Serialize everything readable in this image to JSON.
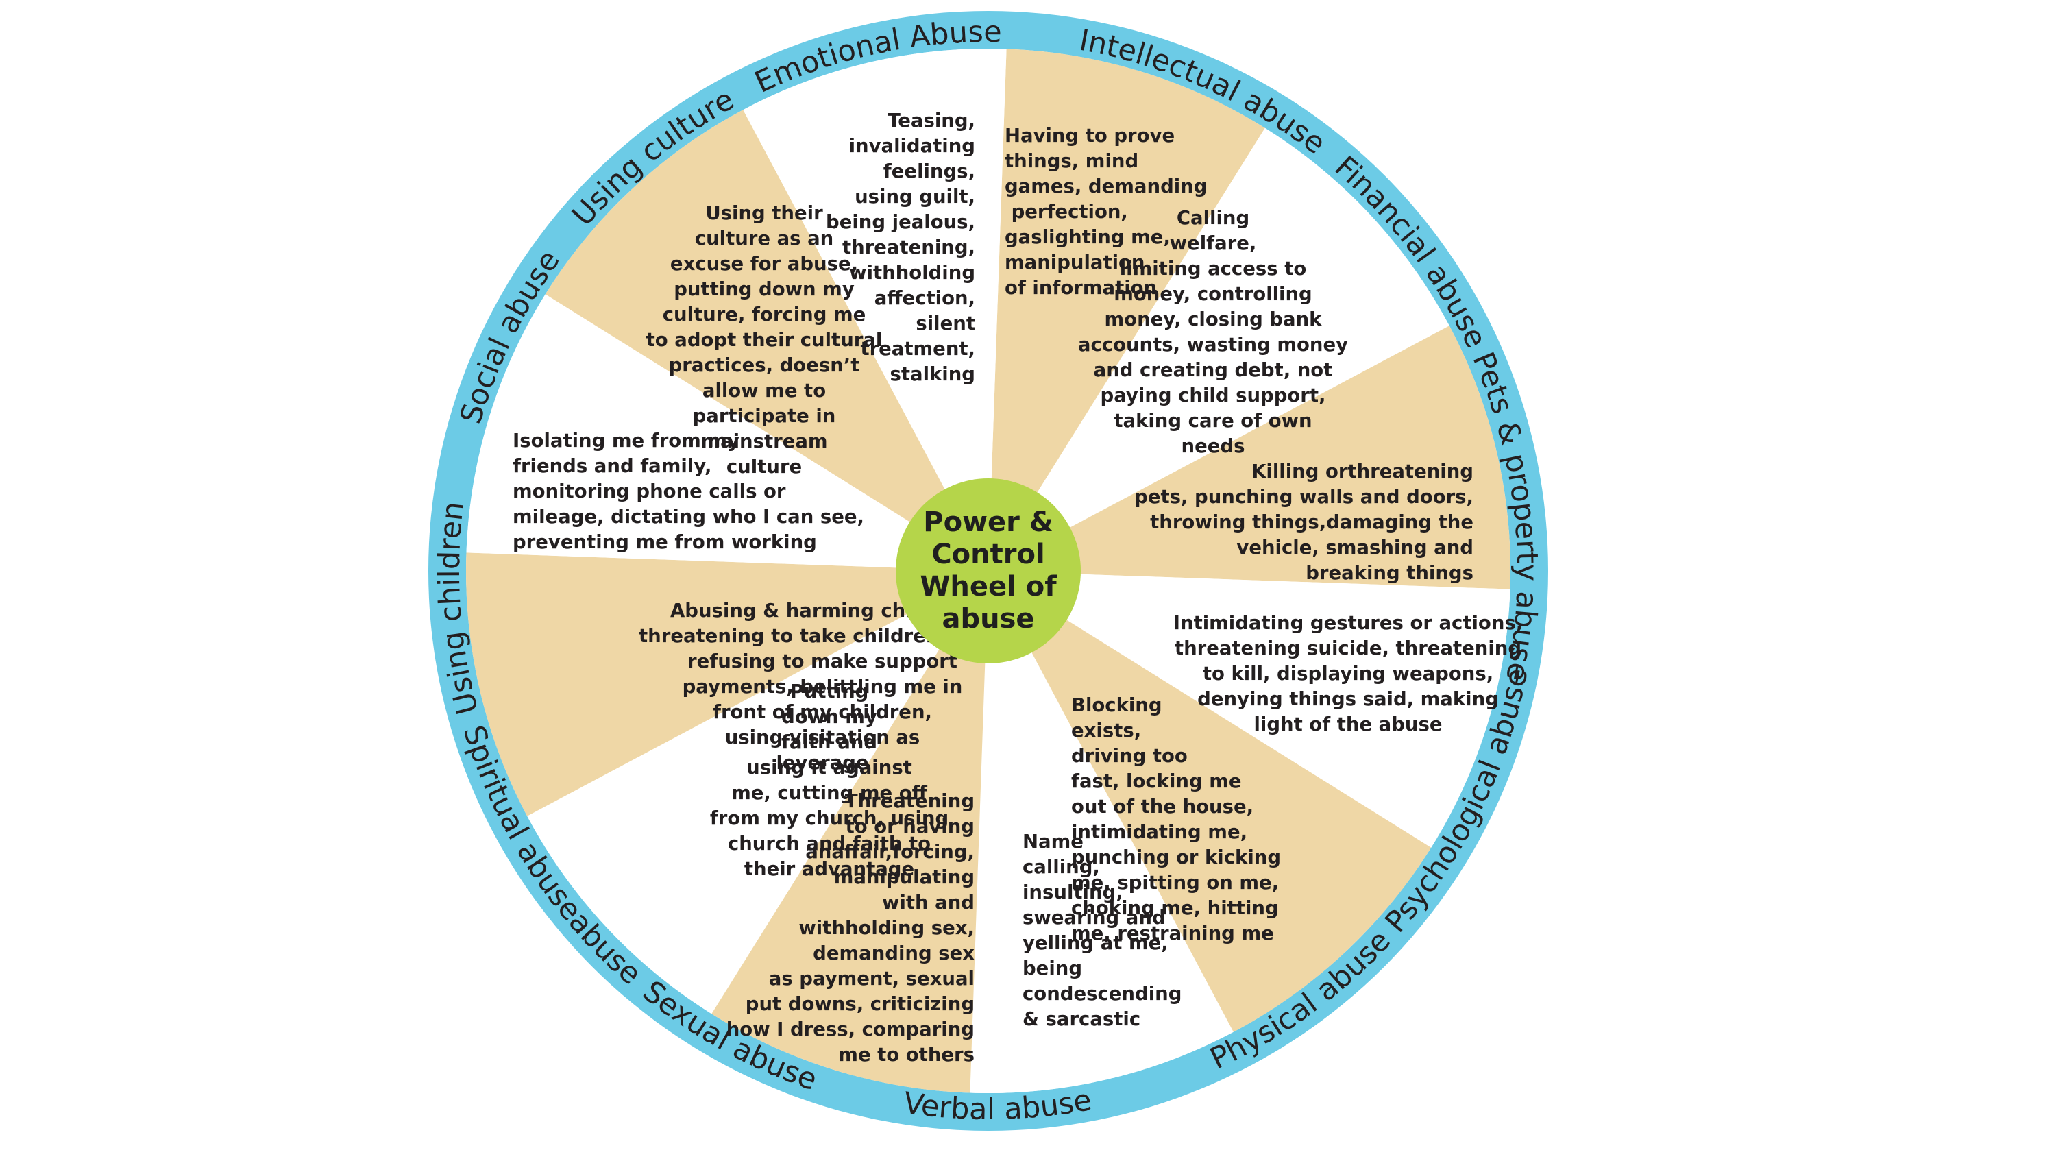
{
  "colors": {
    "ring": "#6ccbe6",
    "tan": "#efd7a6",
    "white": "#ffffff",
    "hub": "#b5d54a",
    "text": "#231f20"
  },
  "center_title": [
    "Power &",
    "Control",
    "Wheel of",
    "abuse"
  ],
  "segments": [
    {
      "label": "Intellectual abuse",
      "fill": "tan",
      "text": [
        "Having to prove",
        "things, mind",
        "games, demanding",
        " perfection,",
        "gaslighting me,",
        "manipulation",
        "of information"
      ]
    },
    {
      "label": "Financial abuse",
      "fill": "white",
      "text": [
        "Calling",
        "welfare,",
        "limiting access to",
        "money, controlling",
        "money, closing bank",
        "accounts, wasting money",
        "and creating debt, not",
        "paying child support,",
        "taking care of own",
        "needs"
      ]
    },
    {
      "label": "Pets & property abuse",
      "fill": "tan",
      "text": [
        "Killing orthreatening",
        "pets, punching walls and doors,",
        "throwing things,damaging the",
        "vehicle, smashing and",
        "breaking things"
      ]
    },
    {
      "label": "Psychological abuse",
      "fill": "white",
      "text": [
        "Intimidating gestures or actions,",
        "threatening suicide, threatening",
        "to kill, displaying weapons,",
        "denying things said, making",
        "light of the abuse"
      ]
    },
    {
      "label": "Physical abuse",
      "fill": "tan",
      "text": [
        "Blocking",
        "exists,",
        "driving too",
        "fast, locking me",
        "out of the house,",
        "intimidating me,",
        "punching or kicking",
        "me, spitting on me,",
        "choking me, hitting",
        "me, restraining me"
      ]
    },
    {
      "label": "Verbal abuse",
      "fill": "white",
      "text": [
        "Name",
        "calling,",
        "insulting,",
        "swearing and",
        "yelling at me,",
        "being",
        "condescending",
        "& sarcastic"
      ]
    },
    {
      "label": "Sexual abuse",
      "fill": "tan",
      "text": [
        "Threatening",
        "to or having",
        "anaffair,forcing,",
        "manipulating",
        "with and",
        "withholding sex,",
        "demanding sex",
        "as payment, sexual",
        "put downs, criticizing",
        "how I dress, comparing",
        "me to others"
      ]
    },
    {
      "label": "Spiritual abuseabuse",
      "fill": "white",
      "text": [
        "Putting",
        "down my",
        "faith and",
        "using it against",
        "me, cutting me off",
        "from my church, using",
        "church and faith to",
        "their advantage"
      ]
    },
    {
      "label": "Using children",
      "fill": "tan",
      "text": [
        "Abusing & harming children,",
        "threatening to take children away,",
        "refusing to make support",
        "payments, belittling me in",
        "front of my children,",
        "using visitation as",
        "leverage"
      ]
    },
    {
      "label": "Social abuse",
      "fill": "white",
      "text": [
        "Isolating me from my",
        "friends and family,",
        "monitoring phone calls or",
        "mileage, dictating who I can see,",
        "preventing me from working"
      ]
    },
    {
      "label": "Using culture",
      "fill": "tan",
      "text": [
        "Using their",
        "culture as an",
        "excuse for abuse,",
        "putting down my",
        "culture, forcing me",
        "to adopt their cultural",
        "practices, doesn’t",
        "allow me to",
        "participate in",
        "mainstream",
        "culture"
      ]
    },
    {
      "label": "Emotional Abuse",
      "fill": "white",
      "text": [
        "Teasing,",
        "invalidating",
        "feelings,",
        "using guilt,",
        "being jealous,",
        "threatening,",
        "withholding",
        "affection,",
        "silent",
        "treatment,",
        "stalking"
      ]
    }
  ]
}
